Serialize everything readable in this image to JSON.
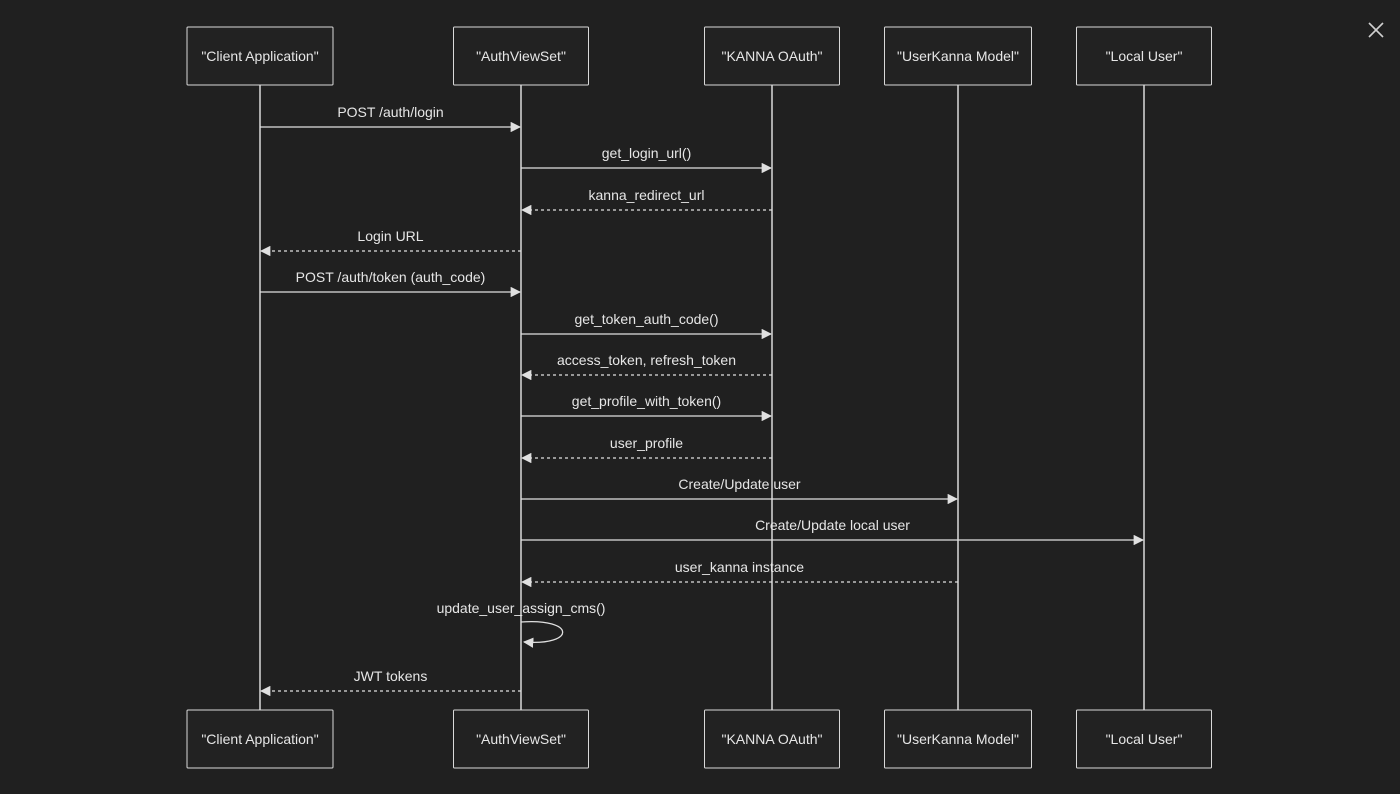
{
  "modal": {
    "close_icon": "close-icon"
  },
  "diagram": {
    "actors": [
      {
        "id": "client",
        "label": "\"Client Application\""
      },
      {
        "id": "authviewset",
        "label": "\"AuthViewSet\""
      },
      {
        "id": "kanna",
        "label": "\"KANNA OAuth\""
      },
      {
        "id": "userkanna",
        "label": "\"UserKanna Model\""
      },
      {
        "id": "localuser",
        "label": "\"Local User\""
      }
    ],
    "messages": [
      {
        "from": "client",
        "to": "authviewset",
        "label": "POST /auth/login",
        "style": "solid"
      },
      {
        "from": "authviewset",
        "to": "kanna",
        "label": "get_login_url()",
        "style": "solid"
      },
      {
        "from": "kanna",
        "to": "authviewset",
        "label": "kanna_redirect_url",
        "style": "dashed"
      },
      {
        "from": "authviewset",
        "to": "client",
        "label": "Login URL",
        "style": "dashed"
      },
      {
        "from": "client",
        "to": "authviewset",
        "label": "POST /auth/token (auth_code)",
        "style": "solid"
      },
      {
        "from": "authviewset",
        "to": "kanna",
        "label": "get_token_auth_code()",
        "style": "solid"
      },
      {
        "from": "kanna",
        "to": "authviewset",
        "label": "access_token, refresh_token",
        "style": "dashed"
      },
      {
        "from": "authviewset",
        "to": "kanna",
        "label": "get_profile_with_token()",
        "style": "solid"
      },
      {
        "from": "kanna",
        "to": "authviewset",
        "label": "user_profile",
        "style": "dashed"
      },
      {
        "from": "authviewset",
        "to": "userkanna",
        "label": "Create/Update user",
        "style": "solid"
      },
      {
        "from": "authviewset",
        "to": "localuser",
        "label": "Create/Update local user",
        "style": "solid"
      },
      {
        "from": "userkanna",
        "to": "authviewset",
        "label": "user_kanna instance",
        "style": "dashed"
      },
      {
        "from": "authviewset",
        "to": "authviewset",
        "label": "update_user_assign_cms()",
        "style": "solid"
      },
      {
        "from": "authviewset",
        "to": "client",
        "label": "JWT tokens",
        "style": "dashed"
      }
    ]
  }
}
